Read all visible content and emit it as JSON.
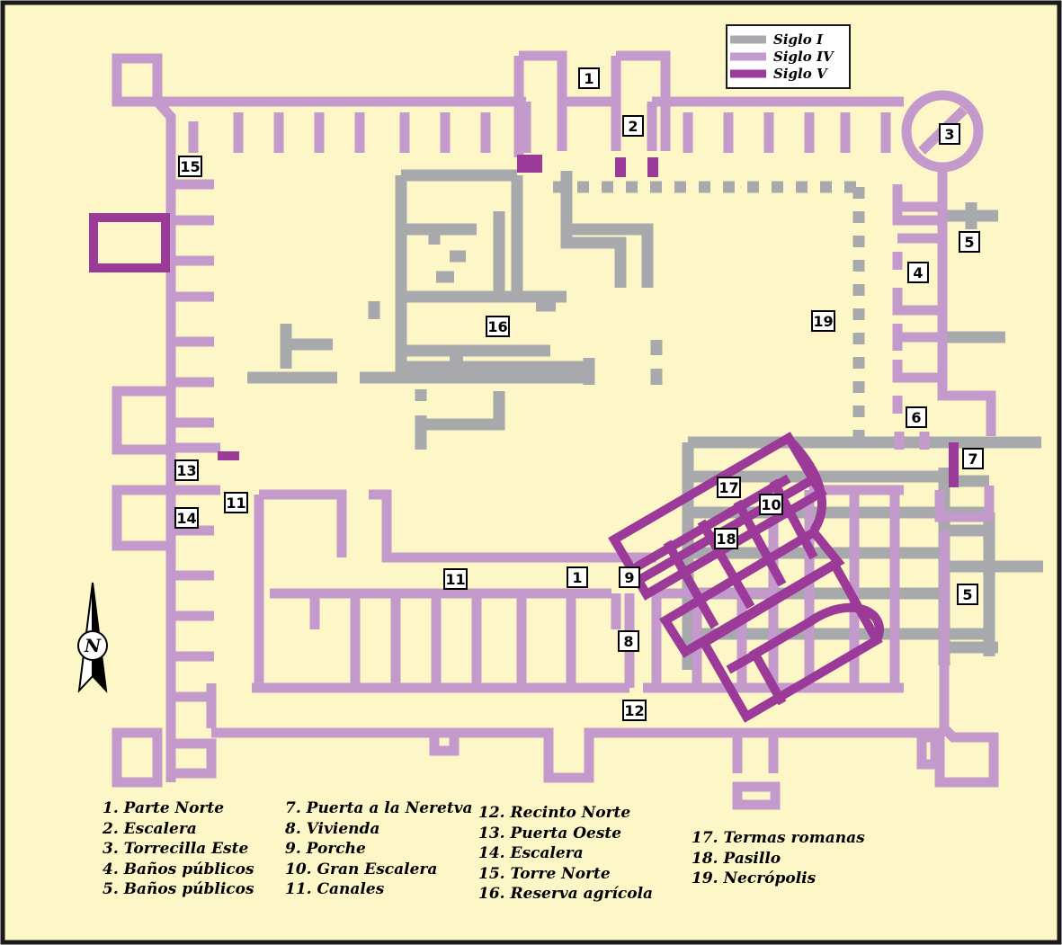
{
  "legend": [
    {
      "label": "Siglo I",
      "color": "#a7a9ac"
    },
    {
      "label": "Siglo IV",
      "color": "#c499cb"
    },
    {
      "label": "Siglo V",
      "color": "#9b3a98"
    }
  ],
  "colors": {
    "background": "#fdf7c8",
    "border": "#1a1a1a"
  },
  "north_arrow": {
    "letter": "N"
  },
  "map_labels": [
    "1",
    "2",
    "3",
    "15",
    "5",
    "4",
    "16",
    "19",
    "6",
    "13",
    "7",
    "11",
    "17",
    "10",
    "14",
    "18",
    "11",
    "1",
    "9",
    "5",
    "8",
    "12"
  ],
  "key": [
    [
      "1. Parte Norte",
      "2. Escalera",
      "3. Torrecilla Este",
      "4. Baños públicos",
      "5. Baños públicos"
    ],
    [
      "7. Puerta a la Neretva",
      "8. Vivienda",
      "9. Porche",
      "10. Gran Escalera",
      "11. Canales"
    ],
    [
      "12. Recinto Norte",
      "13. Puerta Oeste",
      "14. Escalera",
      "15. Torre Norte",
      "16. Reserva agrícola"
    ],
    [
      "17. Termas romanas",
      "18. Pasillo",
      "19. Necrópolis"
    ]
  ]
}
